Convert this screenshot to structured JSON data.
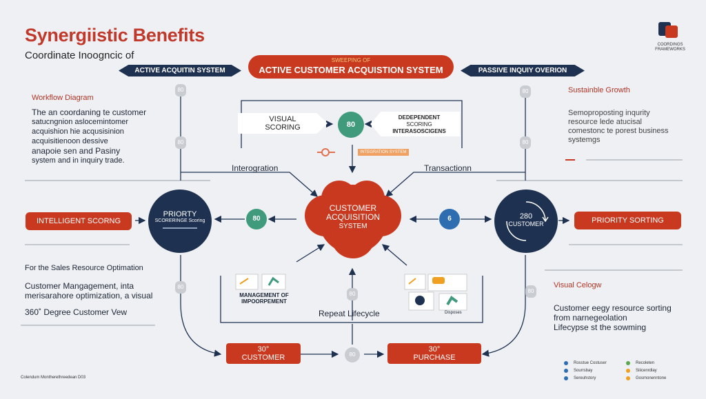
{
  "header": {
    "title": "Synergiistic Benefits",
    "subtitle": "Coordinate Inoogncic of",
    "logo_text_line1": "COORDINGS",
    "logo_text_line2": "FRAMEWORKS"
  },
  "top_row": {
    "left_ribbon": "ACTIVE ACQUITIN SYSTEM",
    "center_pill_small": "SWEEPING OF",
    "center_pill_main": "ACTIVE CUSTOMER ACQUISTION SYSTEM",
    "right_ribbon": "PASSIVE INQUIY OVERION"
  },
  "left_panel": {
    "heading": "Workflow Diagram",
    "body": "The an coordaning te customer satucngnion aslocemintomer acquishion hie acqusisinion acquisitienoon dessive anapoie sen and Pasiny system and in inquiry trade.",
    "line1": "The an coordaning te customer",
    "line2": "satucngnion aslocemintomer",
    "line3": "acquishion hie acqusisinion",
    "line4": "acquisitienoon dessive",
    "line5": "anapoie sen and  Pasiny",
    "line6": "system and in inquiry trade."
  },
  "right_panel": {
    "heading": "Sustainble Growth",
    "line1": "Semoproposting inqurity",
    "line2": "resource lede atucisal",
    "line3": "comestonc te porest business",
    "line4": "systemgs"
  },
  "middle_top": {
    "visual_scoring_l1": "VISUAL",
    "visual_scoring_l2": "SCORING",
    "center_circle": "80",
    "dependent_l1": "DEDEPENDENT",
    "dependent_l2": "SCORING",
    "dependent_l3": "INTERASOSCIGENS",
    "orange_tag": "INTEGRATION SYSTEM",
    "interogration": "Interogration",
    "transaction": "Transactionn"
  },
  "middle_row": {
    "left_pill": "INTELLIGENT SCORNG",
    "left_circle_l1": "PRIORTY",
    "left_circle_l2": "SCORERINGE Scoring",
    "left_small": "80",
    "center_l1": "CUSTOMER",
    "center_l2": "ACQUISITION",
    "center_l3": "SYSTEM",
    "right_small": "6",
    "right_circle_l1": "280",
    "right_circle_l2": "CUSTOMER",
    "right_pill": "PRIORITY  SORTING"
  },
  "badges": {
    "b1": "80",
    "b2": "80",
    "b3": "80",
    "b4": "80",
    "b5": "80",
    "b6": "80",
    "b7": "80",
    "b8": "80"
  },
  "lower_left": {
    "heading": "For the Sales Resource Optimation",
    "line1": "Customer Mangagement, inta",
    "line2": "merisarahore optimization, a visual",
    "line3": "360˚ Degree Customer Vew"
  },
  "lower_right": {
    "heading": "Visual Celogw",
    "line1": "Customer eegy resource sorting",
    "line2": "from narnegeolation",
    "line3": "Lifecypse st the sowming"
  },
  "lower_middle": {
    "mgmt_l1": "MANAGEMENT OF",
    "mgmt_l2": "IMPOORPEMENT",
    "repeat_lifecycle": "Repeat Lifecycle",
    "disposes": "Disposes"
  },
  "bottom_row": {
    "left_pill_l1": "30°",
    "left_pill_l2": "CUSTOMER",
    "center_badge": "80",
    "right_pill_l1": "30°",
    "right_pill_l2": "PURCHASE"
  },
  "footer": {
    "left_note": "Colendum Montherethreedean D03"
  },
  "legend": [
    {
      "label": "Rosstue Costuser",
      "color": "#2e6db0"
    },
    {
      "label": "Sourrsbay",
      "color": "#2e6db0"
    },
    {
      "label": "Sereuhstory",
      "color": "#2e6db0"
    },
    {
      "label": "Recoleten",
      "color": "#5aa84e"
    },
    {
      "label": "Siiicenrdlay",
      "color": "#f0a020"
    },
    {
      "label": "Gosmonenntone",
      "color": "#f0a020"
    }
  ],
  "colors": {
    "brand_red": "#c8391f",
    "navy": "#1f3150",
    "green": "#3f9b7c",
    "blue": "#2e6db0"
  }
}
